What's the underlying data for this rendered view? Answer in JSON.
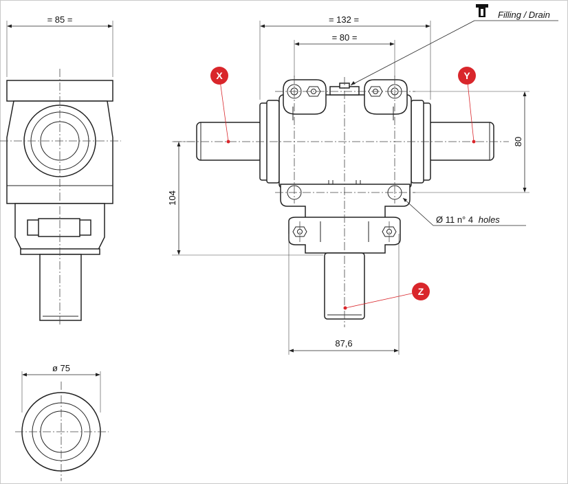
{
  "dimensions": {
    "side_width": "= 85 =",
    "overall_width": "= 132 =",
    "bolt_spacing": "= 80 =",
    "shaft_height": "80",
    "axis_height": "104",
    "base_width": "87,6",
    "flange_diameter": "ø 75"
  },
  "annotations": {
    "filling_drain": "Filling / Drain",
    "holes_prefix": "Ø 11 n° 4 ",
    "holes_suffix": "holes"
  },
  "markers": {
    "x": "X",
    "y": "Y",
    "z": "Z"
  },
  "colors": {
    "marker": "#d9262b",
    "line": "#222222",
    "frame": "#c8c8c8"
  }
}
